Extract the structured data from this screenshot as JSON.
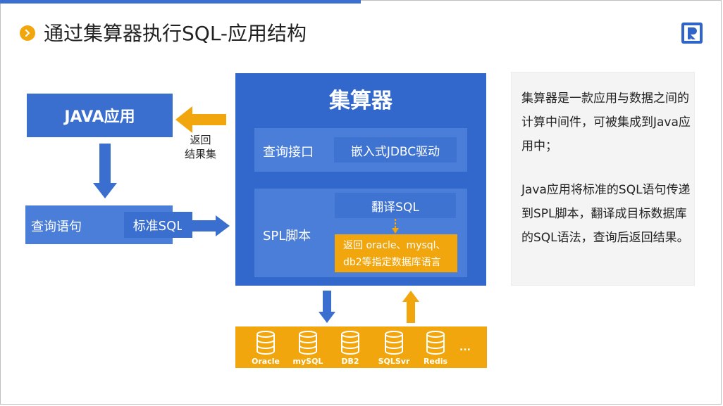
{
  "title": "通过集算器执行SQL-应用结构",
  "java_app": "JAVA应用",
  "return_result": [
    "返回",
    "结果集"
  ],
  "query": {
    "label": "查询语句",
    "standard_sql": "标准SQL"
  },
  "engine": {
    "title": "集算器",
    "interface_label": "查询接口",
    "jdbc": "嵌入式JDBC驱动",
    "spl_label": "SPL脚本",
    "translate": "翻译SQL",
    "return_lines": [
      "返回 oracle、mysql、",
      "db2等指定数据库语言"
    ]
  },
  "databases": [
    "Oracle",
    "mySQL",
    "DB2",
    "SQLSvr",
    "Redis"
  ],
  "more": "...",
  "note": {
    "para1": "集算器是一款应用与数据之间的计算中间件，可被集成到Java应用中；",
    "para2": "Java应用将标准的SQL语句传递到SPL脚本，翻译成目标数据库的SQL语法，查询后返回结果。"
  },
  "colors": {
    "blue": "#3268cc",
    "light_blue": "#4a7ed8",
    "orange": "#f2a60d"
  }
}
